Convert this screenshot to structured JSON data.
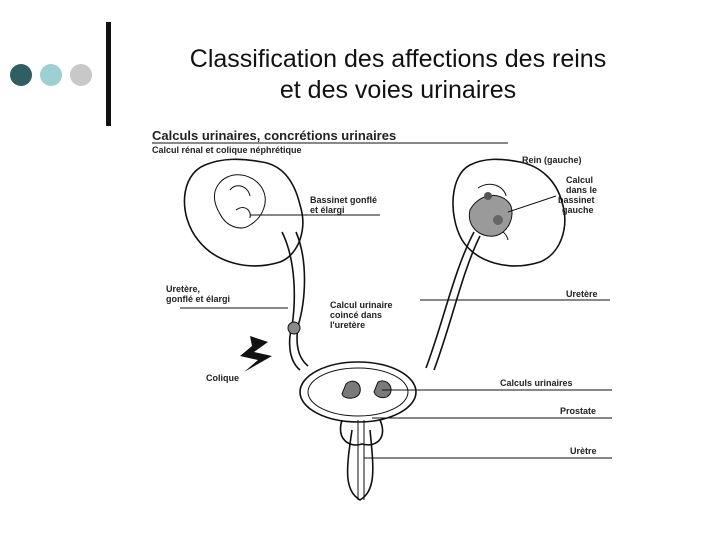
{
  "slide": {
    "title_line1": "Classification des affections des reins",
    "title_line2": "et des voies urinaires",
    "bullet_dots": [
      "#2f5f63",
      "#9ecfd3",
      "#c8c8c8"
    ]
  },
  "diagram": {
    "header_main": "Calculs urinaires, concrétions urinaires",
    "header_sub": "Calcul rénal et colique néphrétique",
    "labels": {
      "bassinet": [
        "Bassinet gonflé",
        "et élargi"
      ],
      "uretere_gonfle": [
        "Uretère,",
        "gonflé et élargi"
      ],
      "colique": "Colique",
      "calcul_coince": [
        "Calcul urinaire",
        "coincé dans",
        "l'uretère"
      ],
      "rein": "Rein (gauche)",
      "calcul_bassinet": [
        "Calcul",
        "dans le",
        "bassinet",
        "gauche"
      ],
      "uretere": "Uretère",
      "calculs_urinaires": "Calculs urinaires",
      "prostate": "Prostate",
      "uretre": "Urètre"
    }
  }
}
